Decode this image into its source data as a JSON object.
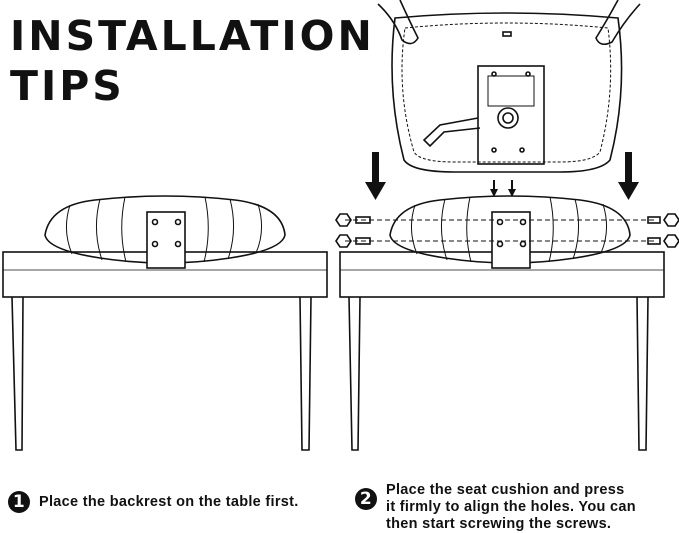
{
  "title": {
    "line1": "INSTALLATION",
    "line2": "TIPS"
  },
  "steps": [
    {
      "number": "1",
      "lines": [
        "Place the backrest on the table first."
      ]
    },
    {
      "number": "2",
      "lines": [
        "Place the seat cushion and press",
        "it firmly to align the holes. You can",
        "then start screwing the screws."
      ]
    }
  ]
}
